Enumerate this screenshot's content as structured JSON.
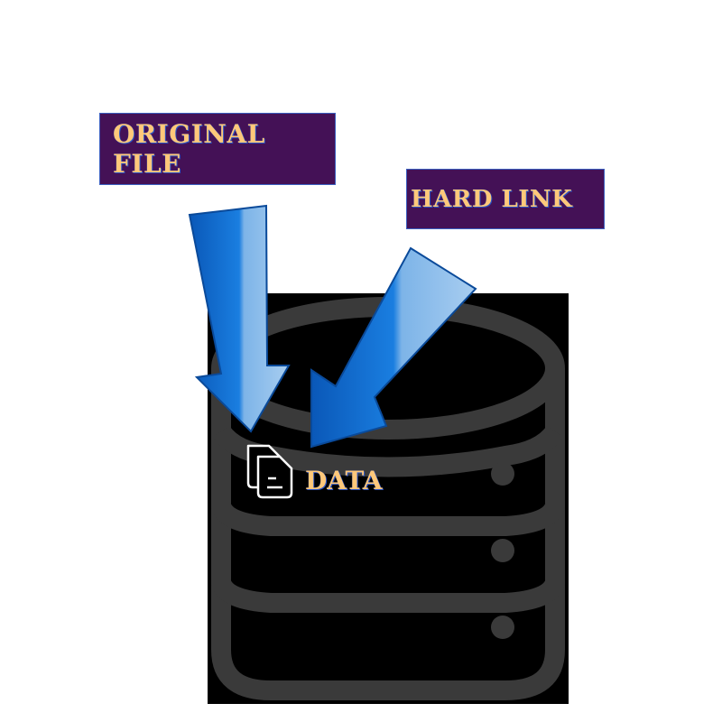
{
  "labels": {
    "original_file": "ORIGINAL FILE",
    "hard_link": "HARD LINK",
    "data": "DATA"
  },
  "icons": [
    "database-icon",
    "files-icon",
    "arrow-down-icon"
  ],
  "colors": {
    "label_background": "#441156",
    "label_text": "#ffc87a",
    "arrow": "#0a6ad0",
    "database": "#3a3a3a"
  }
}
